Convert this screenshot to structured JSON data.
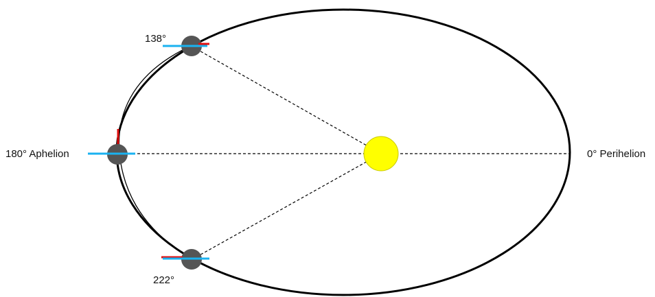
{
  "labels": {
    "perihelion": "0° Perihelion",
    "aphelion": "180° Aphelion",
    "angle_upper": "138°",
    "angle_lower": "222°"
  },
  "colors": {
    "orbit": "#000000",
    "sun_fill": "#ffff00",
    "sun_stroke": "#c8c800",
    "planet": "#555555",
    "horizon_line": "#1ab2f0",
    "shadow_mark": "#e01010",
    "sight_line": "#000000"
  },
  "icons": {
    "sun": "sun-icon",
    "planet": "planet-icon"
  }
}
